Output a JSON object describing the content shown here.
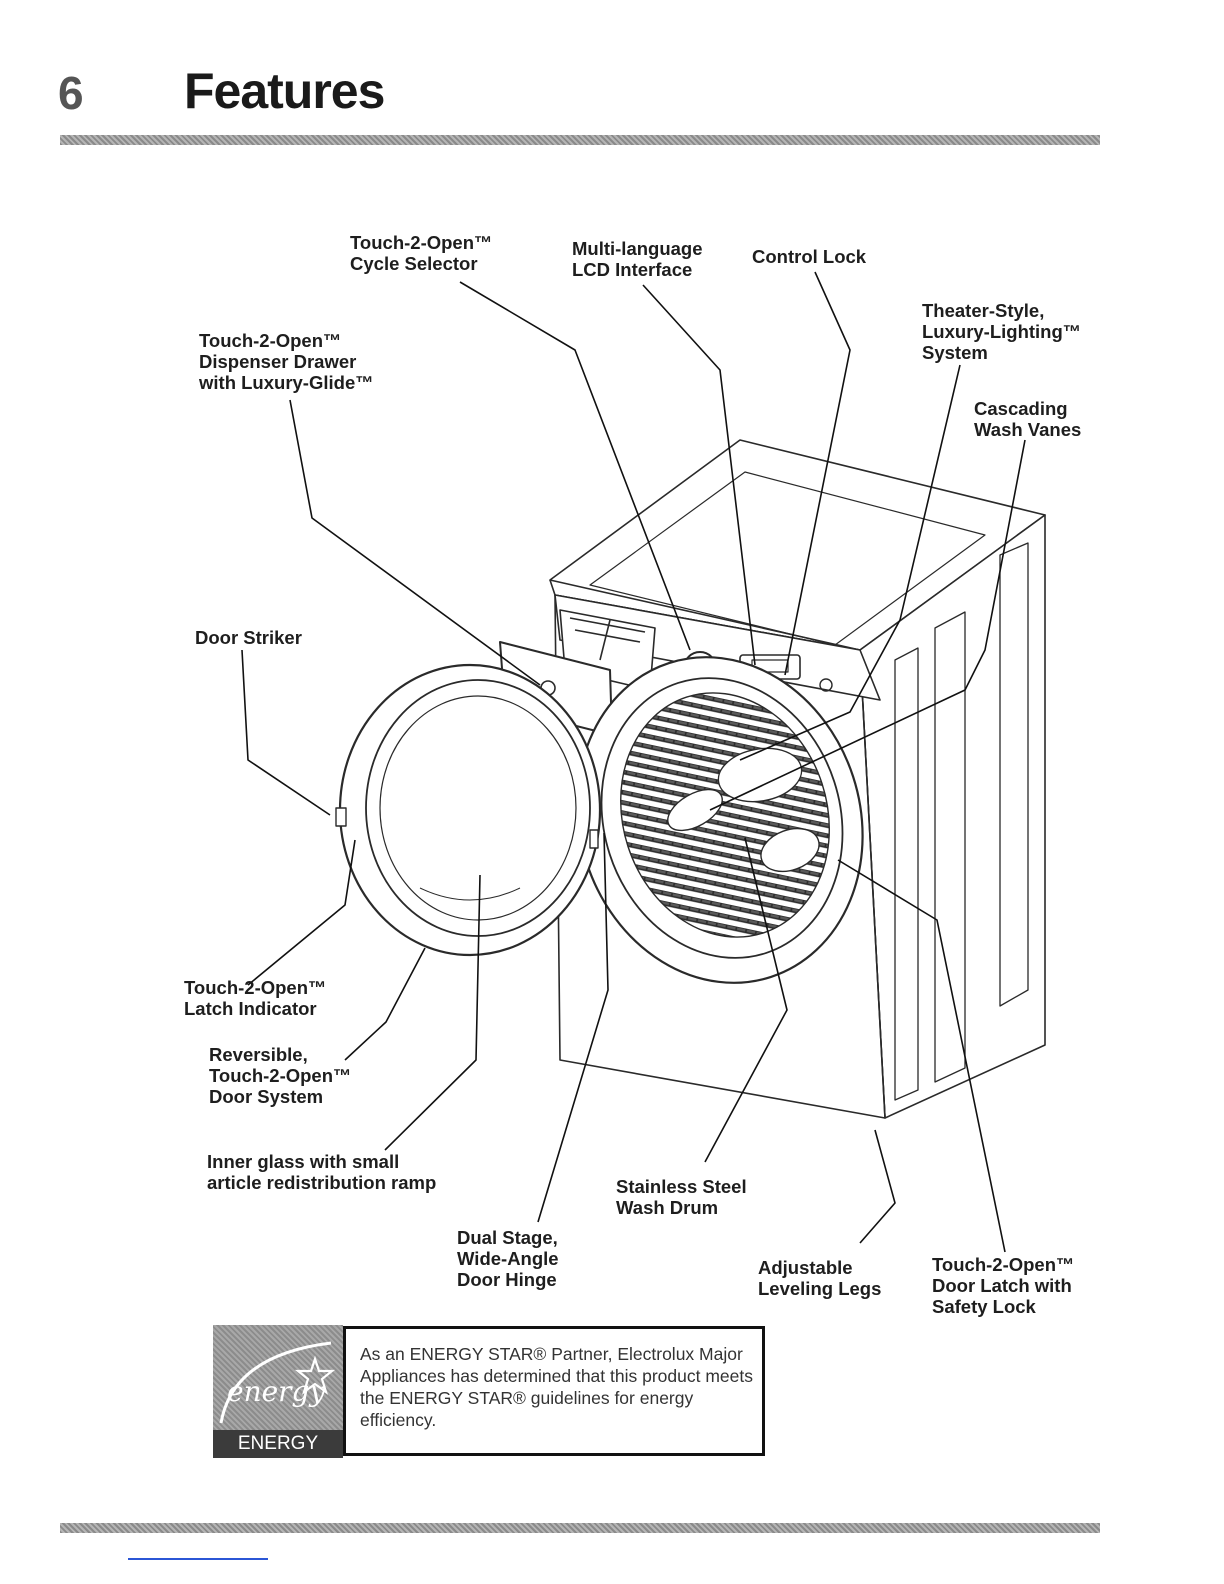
{
  "header": {
    "page_number": "6",
    "title": "Features"
  },
  "callouts": [
    {
      "id": "cycle-selector",
      "text": "Touch-2-Open™\nCycle Selector"
    },
    {
      "id": "lcd-interface",
      "text": "Multi-language\nLCD Interface"
    },
    {
      "id": "control-lock",
      "text": "Control Lock"
    },
    {
      "id": "dispenser-drawer",
      "text": "Touch-2-Open™\nDispenser Drawer\nwith Luxury-Glide™"
    },
    {
      "id": "lighting-system",
      "text": "Theater-Style,\nLuxury-Lighting™\nSystem"
    },
    {
      "id": "wash-vanes",
      "text": "Cascading\nWash Vanes"
    },
    {
      "id": "door-striker",
      "text": "Door Striker"
    },
    {
      "id": "latch-indicator",
      "text": "Touch-2-Open™\nLatch Indicator"
    },
    {
      "id": "door-system",
      "text": "Reversible,\nTouch-2-Open™\nDoor System"
    },
    {
      "id": "inner-glass",
      "text": "Inner glass with small\narticle redistribution ramp"
    },
    {
      "id": "door-hinge",
      "text": "Dual Stage,\nWide-Angle\nDoor Hinge"
    },
    {
      "id": "wash-drum",
      "text": "Stainless Steel\nWash Drum"
    },
    {
      "id": "leveling-legs",
      "text": "Adjustable\nLeveling Legs"
    },
    {
      "id": "door-latch",
      "text": "Touch-2-Open™\nDoor Latch with\nSafety Lock"
    }
  ],
  "energy_star": {
    "logo_label": "ENERGY STAR",
    "logo_script": "energy",
    "statement": "As an ENERGY STAR® Partner, Electrolux Major Appliances has determined that this product meets the ENERGY STAR® guidelines for energy efficiency."
  }
}
